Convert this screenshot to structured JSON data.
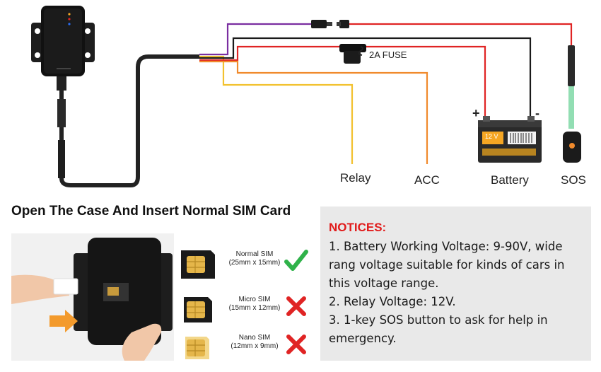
{
  "diagram": {
    "fuse_label": "2A FUSE",
    "terminal_plus": "+",
    "terminal_minus": "-",
    "battery_badge": "12 V",
    "labels": {
      "relay": "Relay",
      "acc": "ACC",
      "battery": "Battery",
      "sos": "SOS"
    },
    "wire_colors": {
      "purple": "#7a2ea0",
      "yellow": "#f2c12e",
      "red": "#e02424",
      "orange": "#f08a2c",
      "black": "#1a1a1a",
      "green": "#7fd8a6"
    }
  },
  "sim_section": {
    "title": "Open The Case And Insert Normal SIM Card",
    "options": [
      {
        "name": "Normal SIM",
        "size": "(25mm x 15mm)",
        "status": "check-icon"
      },
      {
        "name": "Micro SIM",
        "size": "(15mm x 12mm)",
        "status": "cross-icon"
      },
      {
        "name": "Nano SIM",
        "size": "(12mm x 9mm)",
        "status": "cross-icon"
      }
    ]
  },
  "notices": {
    "title": "NOTICES:",
    "lines": [
      "1. Battery Working Voltage: 9-90V, wide",
      "rang voltage suitable for kinds of cars in",
      "this voltage range.",
      "2. Relay Voltage: 12V.",
      "3. 1-key SOS button to ask for help in",
      "emergency."
    ],
    "accent_color": "#e11b1b"
  }
}
